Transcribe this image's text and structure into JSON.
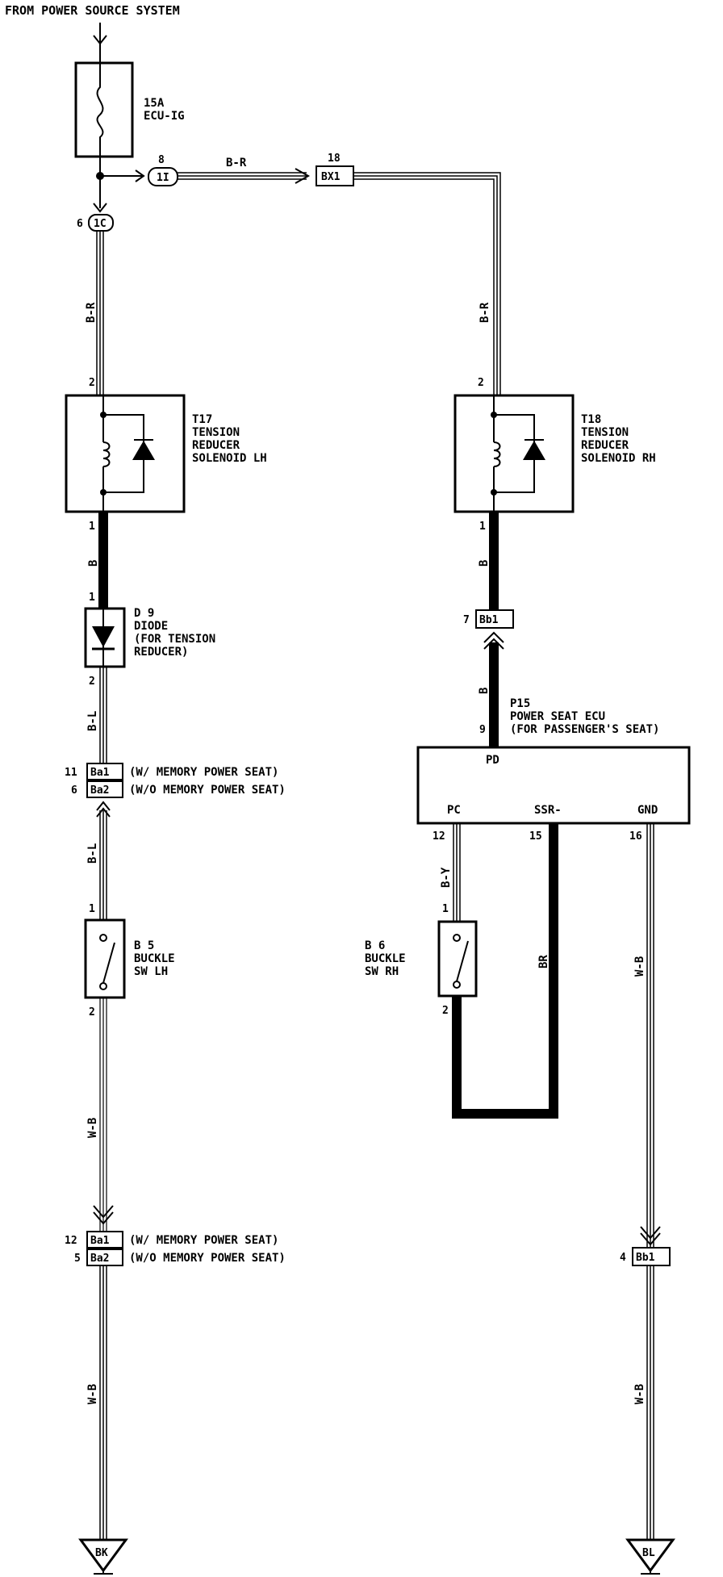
{
  "header": {
    "source_text": "FROM POWER SOURCE SYSTEM"
  },
  "fuse": {
    "rating": "15A",
    "name": "ECU-IG"
  },
  "connectors": {
    "j1I": {
      "label": "1I",
      "pin": "8"
    },
    "j1C": {
      "label": "1C",
      "pin": "6"
    },
    "bx1": {
      "label": "BX1",
      "pin": "18"
    },
    "bb1_top": {
      "label": "Bb1",
      "pin": "7"
    },
    "ba1_upper": {
      "label": "Ba1",
      "pin": "11",
      "note": "(W/ MEMORY POWER SEAT)"
    },
    "ba2_upper": {
      "label": "Ba2",
      "pin": "6",
      "note": "(W/O MEMORY POWER SEAT)"
    },
    "ba1_lower": {
      "label": "Ba1",
      "pin": "12",
      "note": "(W/ MEMORY POWER SEAT)"
    },
    "ba2_lower": {
      "label": "Ba2",
      "pin": "5",
      "note": "(W/O MEMORY POWER SEAT)"
    },
    "bb1_bottom": {
      "label": "Bb1",
      "pin": "4"
    }
  },
  "wires": {
    "br_top": "B-R",
    "br_left": "B-R",
    "br_right": "B-R",
    "b_left": "B",
    "b_right_upper": "B",
    "b_right_lower": "B",
    "bl_upper": "B-L",
    "bl_lower": "B-L",
    "wb_left_upper": "W-B",
    "wb_left_lower": "W-B",
    "by": "B-Y",
    "br_ssr": "BR",
    "wb_right_upper": "W-B",
    "wb_right_lower": "W-B"
  },
  "components": {
    "t17": {
      "code": "T17",
      "line1": "TENSION",
      "line2": "REDUCER",
      "line3": "SOLENOID LH",
      "pin_top": "2",
      "pin_bottom": "1"
    },
    "t18": {
      "code": "T18",
      "line1": "TENSION",
      "line2": "REDUCER",
      "line3": "SOLENOID RH",
      "pin_top": "2",
      "pin_bottom": "1"
    },
    "d9": {
      "code": "D 9",
      "line1": "DIODE",
      "line2": "(FOR TENSION",
      "line3": " REDUCER)",
      "pin_top": "1",
      "pin_bottom": "2"
    },
    "p15": {
      "code": "P15",
      "line1": "POWER SEAT ECU",
      "line2": "(FOR PASSENGER'S SEAT)",
      "pin_top": "9",
      "term_pd": "PD",
      "term_pc": "PC",
      "term_ssr": "SSR-",
      "term_gnd": "GND",
      "pin_pc": "12",
      "pin_ssr": "15",
      "pin_gnd": "16"
    },
    "b5": {
      "code": "B 5",
      "line1": "BUCKLE",
      "line2": "SW LH",
      "pin_top": "1",
      "pin_bottom": "2"
    },
    "b6": {
      "code": "B 6",
      "line1": "BUCKLE",
      "line2": "SW RH",
      "pin_top": "1",
      "pin_bottom": "2"
    }
  },
  "grounds": {
    "left": "BK",
    "right": "BL"
  }
}
